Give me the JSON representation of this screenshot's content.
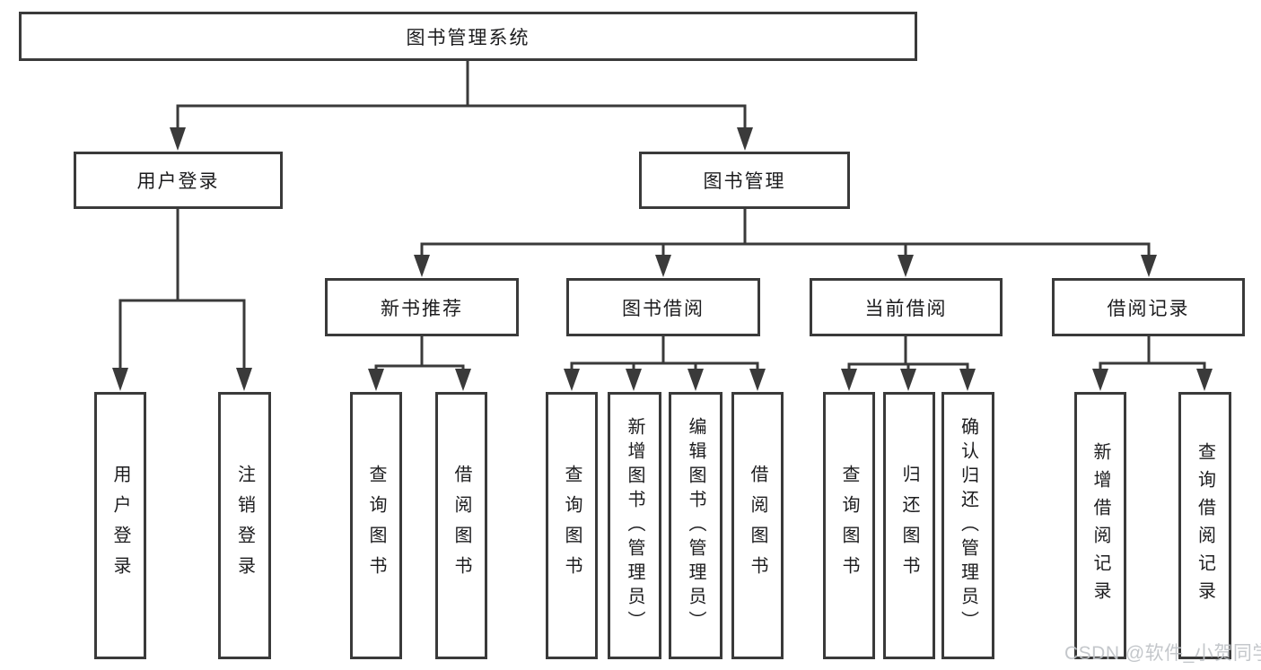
{
  "tree": {
    "label": "图书管理系统",
    "children": [
      {
        "label": "用户登录",
        "children": [
          {
            "label": "用户登录"
          },
          {
            "label": "注销登录"
          }
        ]
      },
      {
        "label": "图书管理",
        "children": [
          {
            "label": "新书推荐",
            "children": [
              {
                "label": "查询图书"
              },
              {
                "label": "借阅图书"
              }
            ]
          },
          {
            "label": "图书借阅",
            "children": [
              {
                "label": "查询图书"
              },
              {
                "label": "新增图书（管理员）"
              },
              {
                "label": "编辑图书（管理员）"
              },
              {
                "label": "借阅图书"
              }
            ]
          },
          {
            "label": "当前借阅",
            "children": [
              {
                "label": "查询图书"
              },
              {
                "label": "归还图书"
              },
              {
                "label": "确认归还（管理员）"
              }
            ]
          },
          {
            "label": "借阅记录",
            "children": [
              {
                "label": "新增借阅记录"
              },
              {
                "label": "查询借阅记录"
              }
            ]
          }
        ]
      }
    ]
  },
  "watermark": {
    "text": "CSDN @软件_小贺同学"
  },
  "colors": {
    "line": "#3a3a3a",
    "box_border": "#3a3a3a",
    "text": "#1c1c1e",
    "watermark": "#bfc3c7",
    "background": "#ffffff"
  }
}
